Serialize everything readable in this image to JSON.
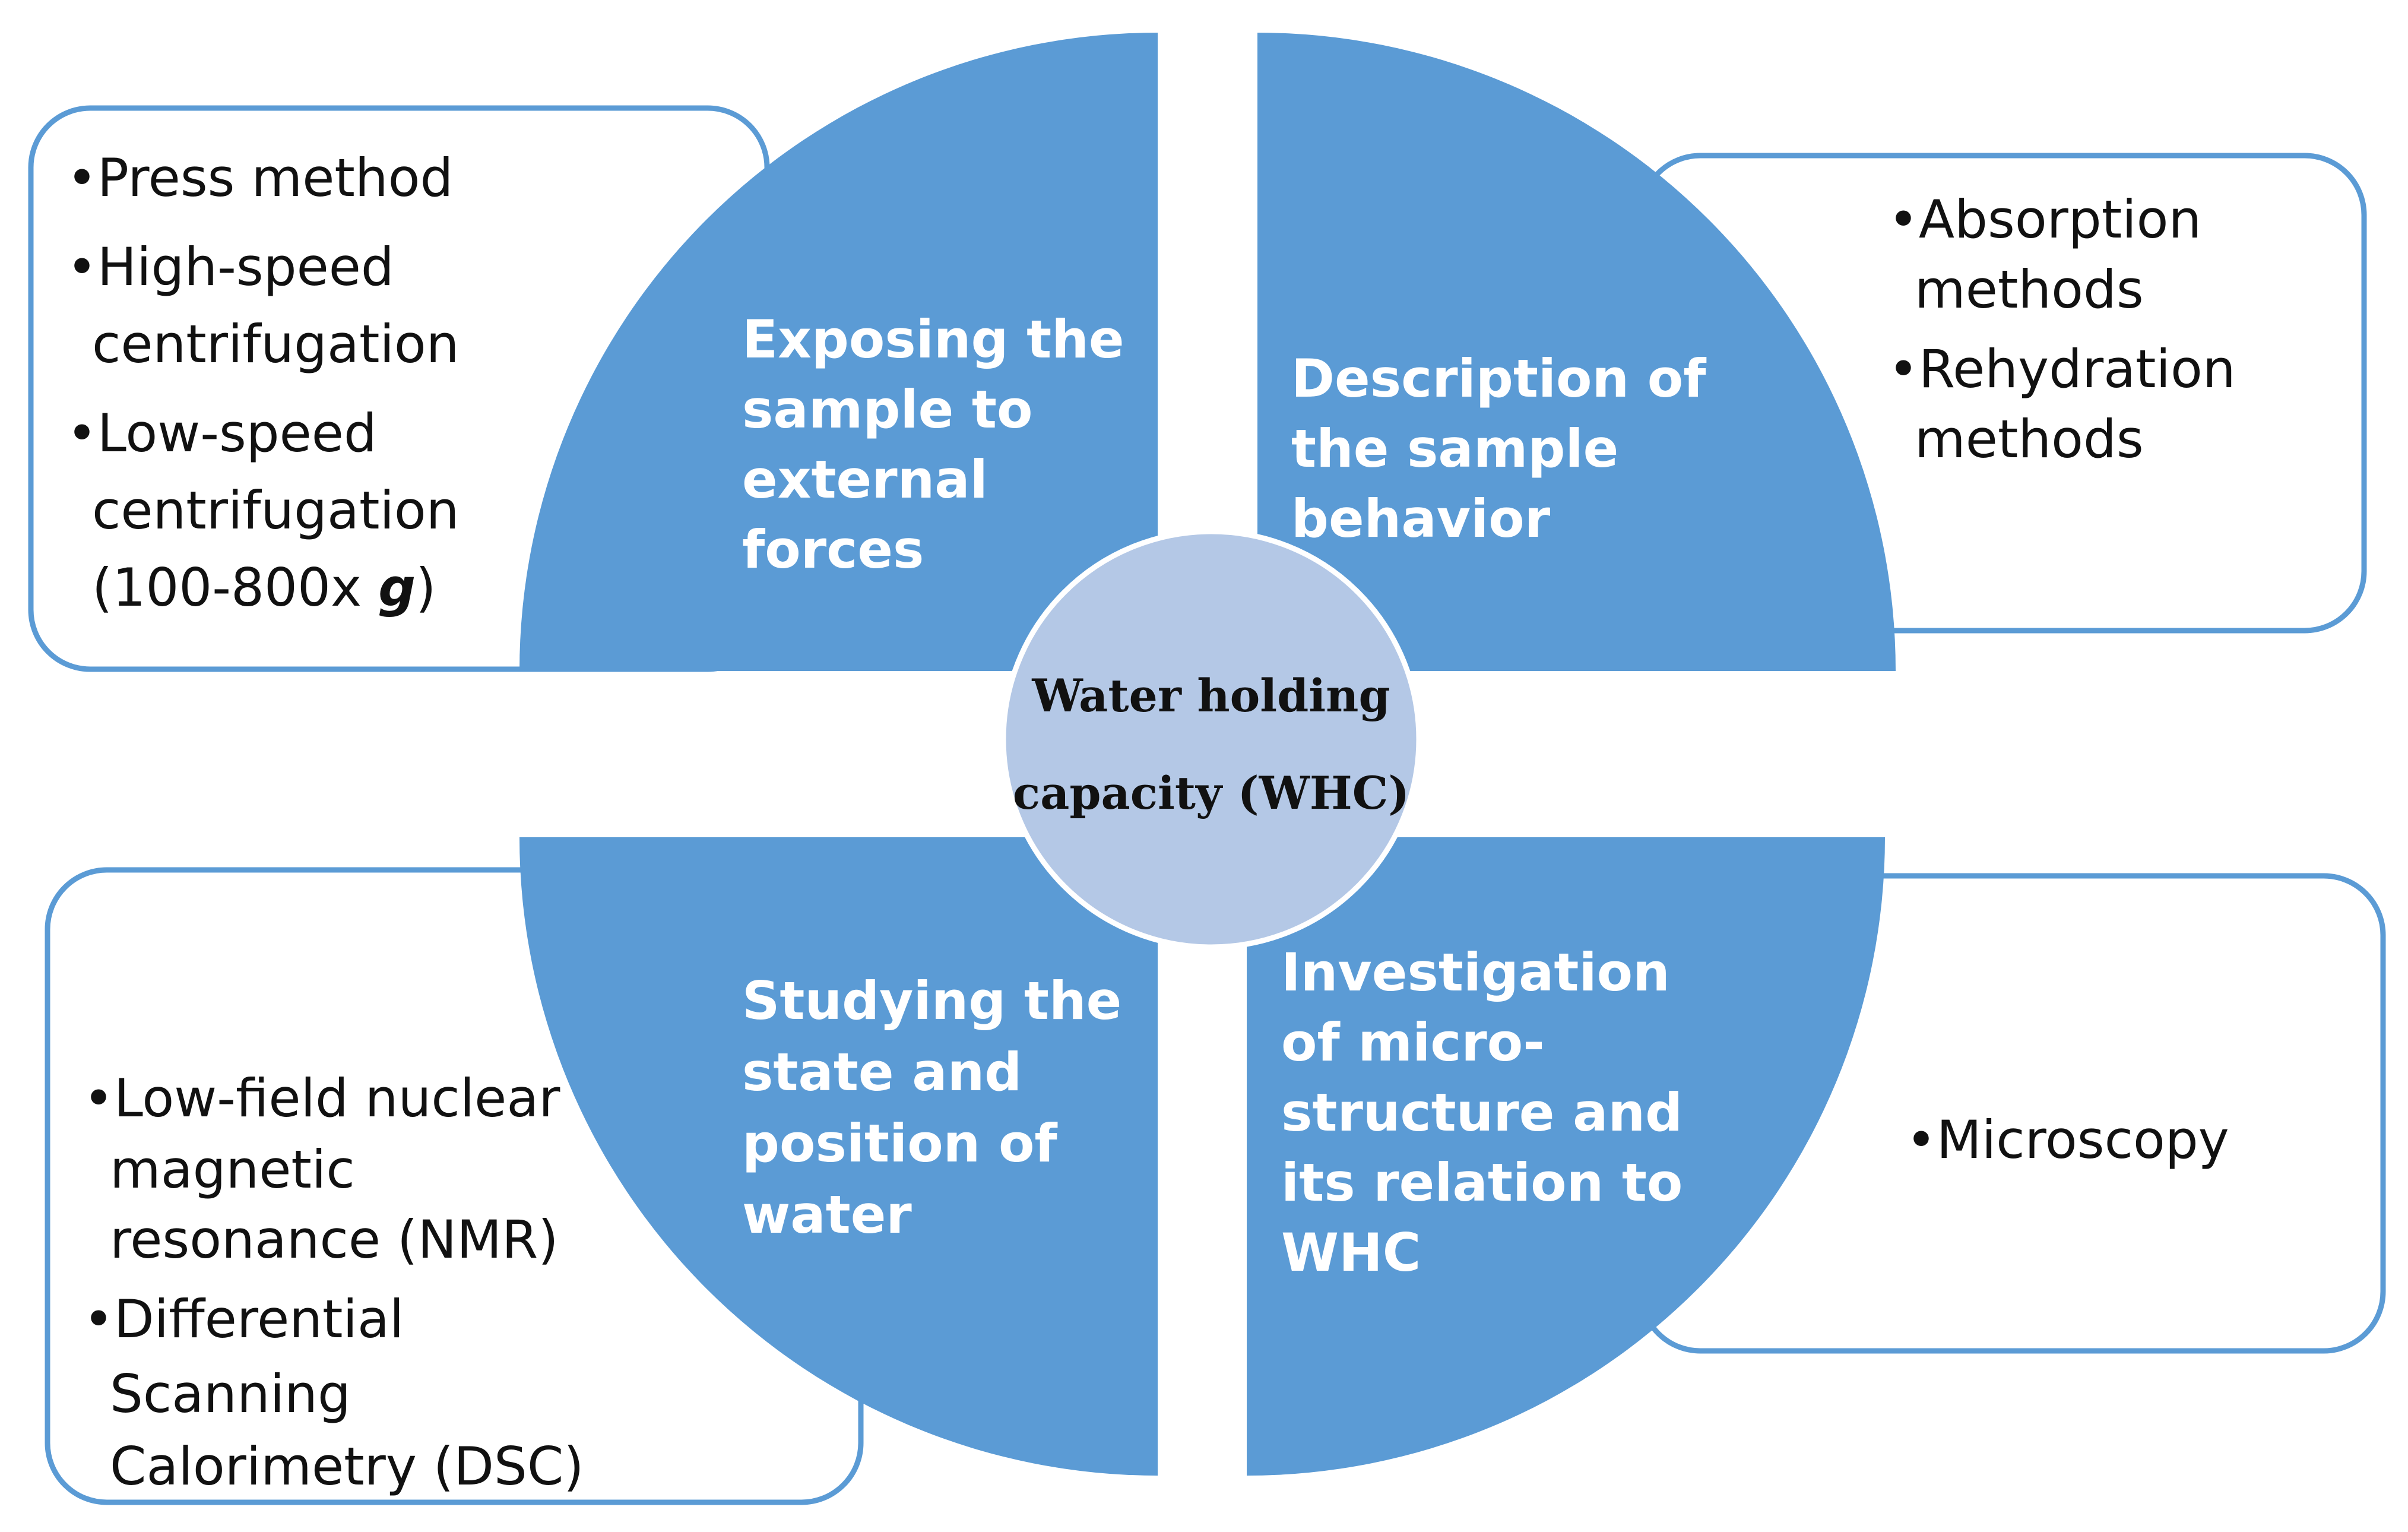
{
  "center": {
    "line1": "Water holding",
    "line2": "capacity (WHC)"
  },
  "quadrants": {
    "top_left": {
      "lines": [
        "Exposing the",
        "sample to",
        "external",
        "forces"
      ]
    },
    "top_right": {
      "lines": [
        "Description of",
        "the sample",
        "behavior"
      ]
    },
    "bottom_left": {
      "lines": [
        "Studying the",
        "state and",
        "position of",
        "water"
      ]
    },
    "bottom_right": {
      "lines": [
        "Investigation",
        "of micro-",
        "structure and",
        "its relation to",
        "WHC"
      ]
    }
  },
  "boxes": {
    "top_left": {
      "lines": [
        "•Press method",
        "•High-speed",
        "centrifugation",
        "•Low-speed",
        "centrifugation",
        "(100-800x ",
        "g",
        ")"
      ]
    },
    "top_right": {
      "lines": [
        "•Absorption",
        "methods",
        "•Rehydration",
        "methods"
      ]
    },
    "bottom_left": {
      "lines": [
        "•Low-field nuclear",
        "magnetic",
        "resonance (NMR)",
        "•Differential",
        "Scanning",
        "Calorimetry (DSC)"
      ]
    },
    "bottom_right": {
      "lines": [
        "•Microscopy"
      ]
    }
  },
  "colors": {
    "quadrant_fill": "#5b9bd5",
    "box_border": "#5b9bd5",
    "center_fill": "#b4c8e6",
    "quadrant_text": "#ffffff",
    "body_text": "#111111"
  }
}
